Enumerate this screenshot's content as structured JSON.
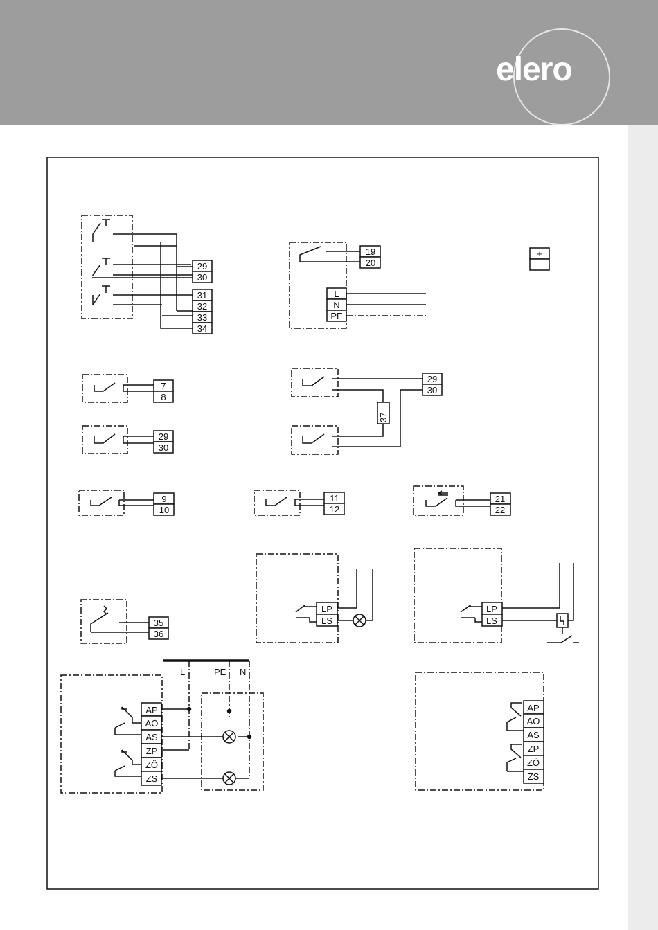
{
  "brand": {
    "logo_text": "elero"
  },
  "colors": {
    "header_bg": "#9d9d9d",
    "line": "#111111",
    "logo": "#ffffff"
  },
  "terminals": {
    "t29a": "29",
    "t30a": "30",
    "t31": "31",
    "t32": "32",
    "t33": "33",
    "t34": "34",
    "t19": "19",
    "t20": "20",
    "tL": "L",
    "tN": "N",
    "tPE": "PE",
    "plus": "+",
    "minus": "−",
    "t7": "7",
    "t8": "8",
    "t29b": "29",
    "t30b": "30",
    "t29c": "29",
    "t30c": "30",
    "t37": "37",
    "t9": "9",
    "t10": "10",
    "t11": "11",
    "t12": "12",
    "t21": "21",
    "t22": "22",
    "t35": "35",
    "t36": "36",
    "lp1": "LP",
    "ls1": "LS",
    "lp2": "LP",
    "ls2": "LS",
    "ap1": "AP",
    "ao1": "AÖ",
    "as1": "AS",
    "zp1": "ZP",
    "zo1": "ZÖ",
    "zs1": "ZS",
    "ap2": "AP",
    "ao2": "AÖ",
    "as2": "AS",
    "zp2": "ZP",
    "zo2": "ZÖ",
    "zs2": "ZS"
  },
  "bus_labels": {
    "L": "L",
    "PE": "PE",
    "N": "N"
  }
}
